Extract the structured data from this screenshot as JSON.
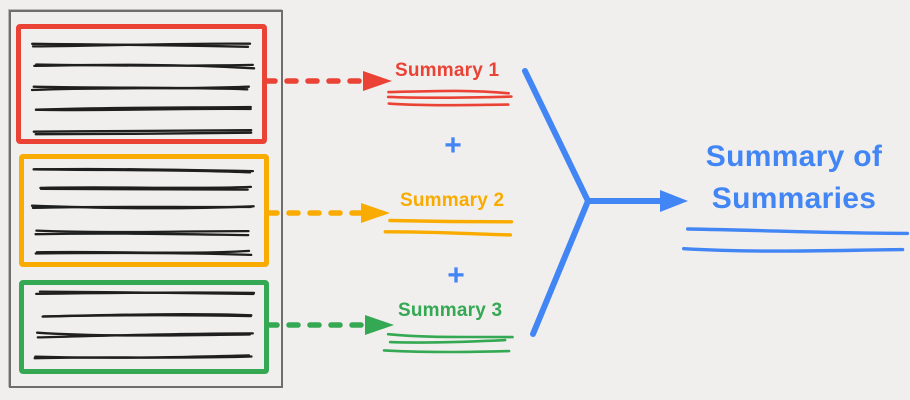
{
  "diagram": {
    "title": "Summary of Summaries",
    "plus": "+",
    "summaries": [
      {
        "label": "Summary 1",
        "color": "#EA4335"
      },
      {
        "label": "Summary 2",
        "color": "#F9AB00"
      },
      {
        "label": "Summary 3",
        "color": "#34A853"
      }
    ],
    "colors": {
      "red": "#EA4335",
      "orange": "#F9AB00",
      "green": "#34A853",
      "blue": "#4285F4",
      "ink": "#1f1f1f",
      "frame": "#6e6e6e",
      "background": "#f0efed"
    }
  }
}
